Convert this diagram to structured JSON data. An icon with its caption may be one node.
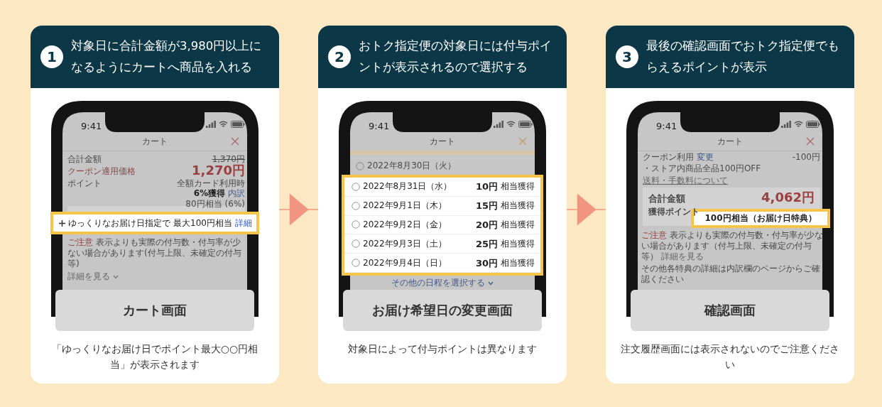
{
  "diagram": {
    "nodes": [
      {
        "text": [
          "1",
          "対象日に合計金額が3,980円以上になるようにカートへ商品を入れる",
          "カート画面",
          "「ゆっくりなお届け日でポイント最大○○円相当」が表示されます"
        ]
      },
      {
        "text": [
          "2",
          "おトク指定便の対象日には付与ポイントが表示されるので選択する",
          "お届け希望日の変更画面",
          "対象日によって付与ポイントは異なります"
        ]
      },
      {
        "text": [
          "3",
          "最後の確認画面でおトク指定便でもらえるポイントが表示",
          "確認画面",
          "注文履歴画面には表示されないのでご注意ください"
        ]
      }
    ],
    "edges": [
      {
        "from": 0,
        "to": 1,
        "arrow": "to"
      },
      {
        "from": 1,
        "to": 2,
        "arrow": "to"
      }
    ],
    "labels": [
      "9:41",
      "カート",
      "合計金額",
      "1,370円",
      "クーポン適用価格",
      "1,270円",
      "ポイント",
      "全額カード利用時",
      "6%獲得",
      "内訳",
      "80円相当",
      "(6%)",
      "ゆっくりなお届け日指定で",
      "最大100円相当",
      "詳細",
      "ご注意",
      "表示よりも実際の付与数・付与率が少ない場合があります(付与上限、未確定の付与等)",
      "詳細を見る",
      "9:41",
      "カート",
      "2022年8月30日（火）",
      "2022年8月31日（水）",
      "10円",
      "相当獲得",
      "2022年9月1日（木）",
      "15円",
      "相当獲得",
      "2022年9月2日（金）",
      "20円",
      "相当獲得",
      "2022年9月3日（土）",
      "25円",
      "相当獲得",
      "2022年9月4日（日）",
      "30円",
      "相当獲得",
      "その他の日程を選択する",
      "9:41",
      "カート",
      "クーポン利用",
      "変更",
      "-100円",
      "・ストア内商品全品100円OFF",
      "送料・手数料について",
      "合計金額",
      "4,062円",
      "獲得ポイント",
      "100円相当（お届け日特典）",
      "ご注意",
      "表示よりも実際の付与数・付与率が少ない場合があります（付与上限、未確定の付与等）",
      "詳細を見る",
      "その他各特典の詳細は内訳欄のページからご確認ください"
    ]
  }
}
